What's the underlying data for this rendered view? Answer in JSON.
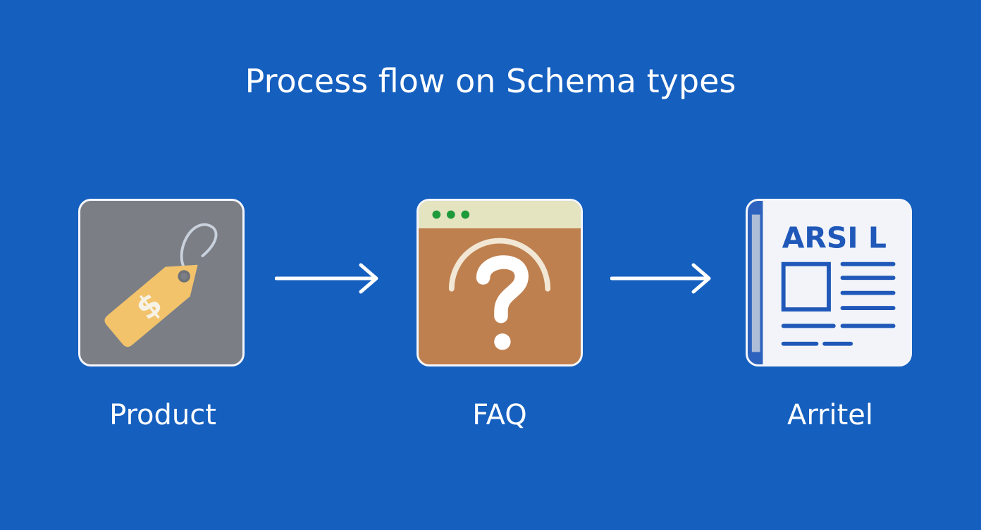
{
  "title": "Process flow on Schema types",
  "steps": [
    {
      "label": "Product",
      "icon": "price-tag-icon",
      "color": "#7b7f85"
    },
    {
      "label": "FAQ",
      "icon": "question-mark-icon",
      "color": "#bf804f"
    },
    {
      "label": "Arritel",
      "icon": "document-icon",
      "color": "#f2f4fa",
      "card_text": "ARSI L"
    }
  ],
  "colors": {
    "background": "#155fbf",
    "tag": "#f2c36b",
    "document_accent": "#1f58b8"
  }
}
